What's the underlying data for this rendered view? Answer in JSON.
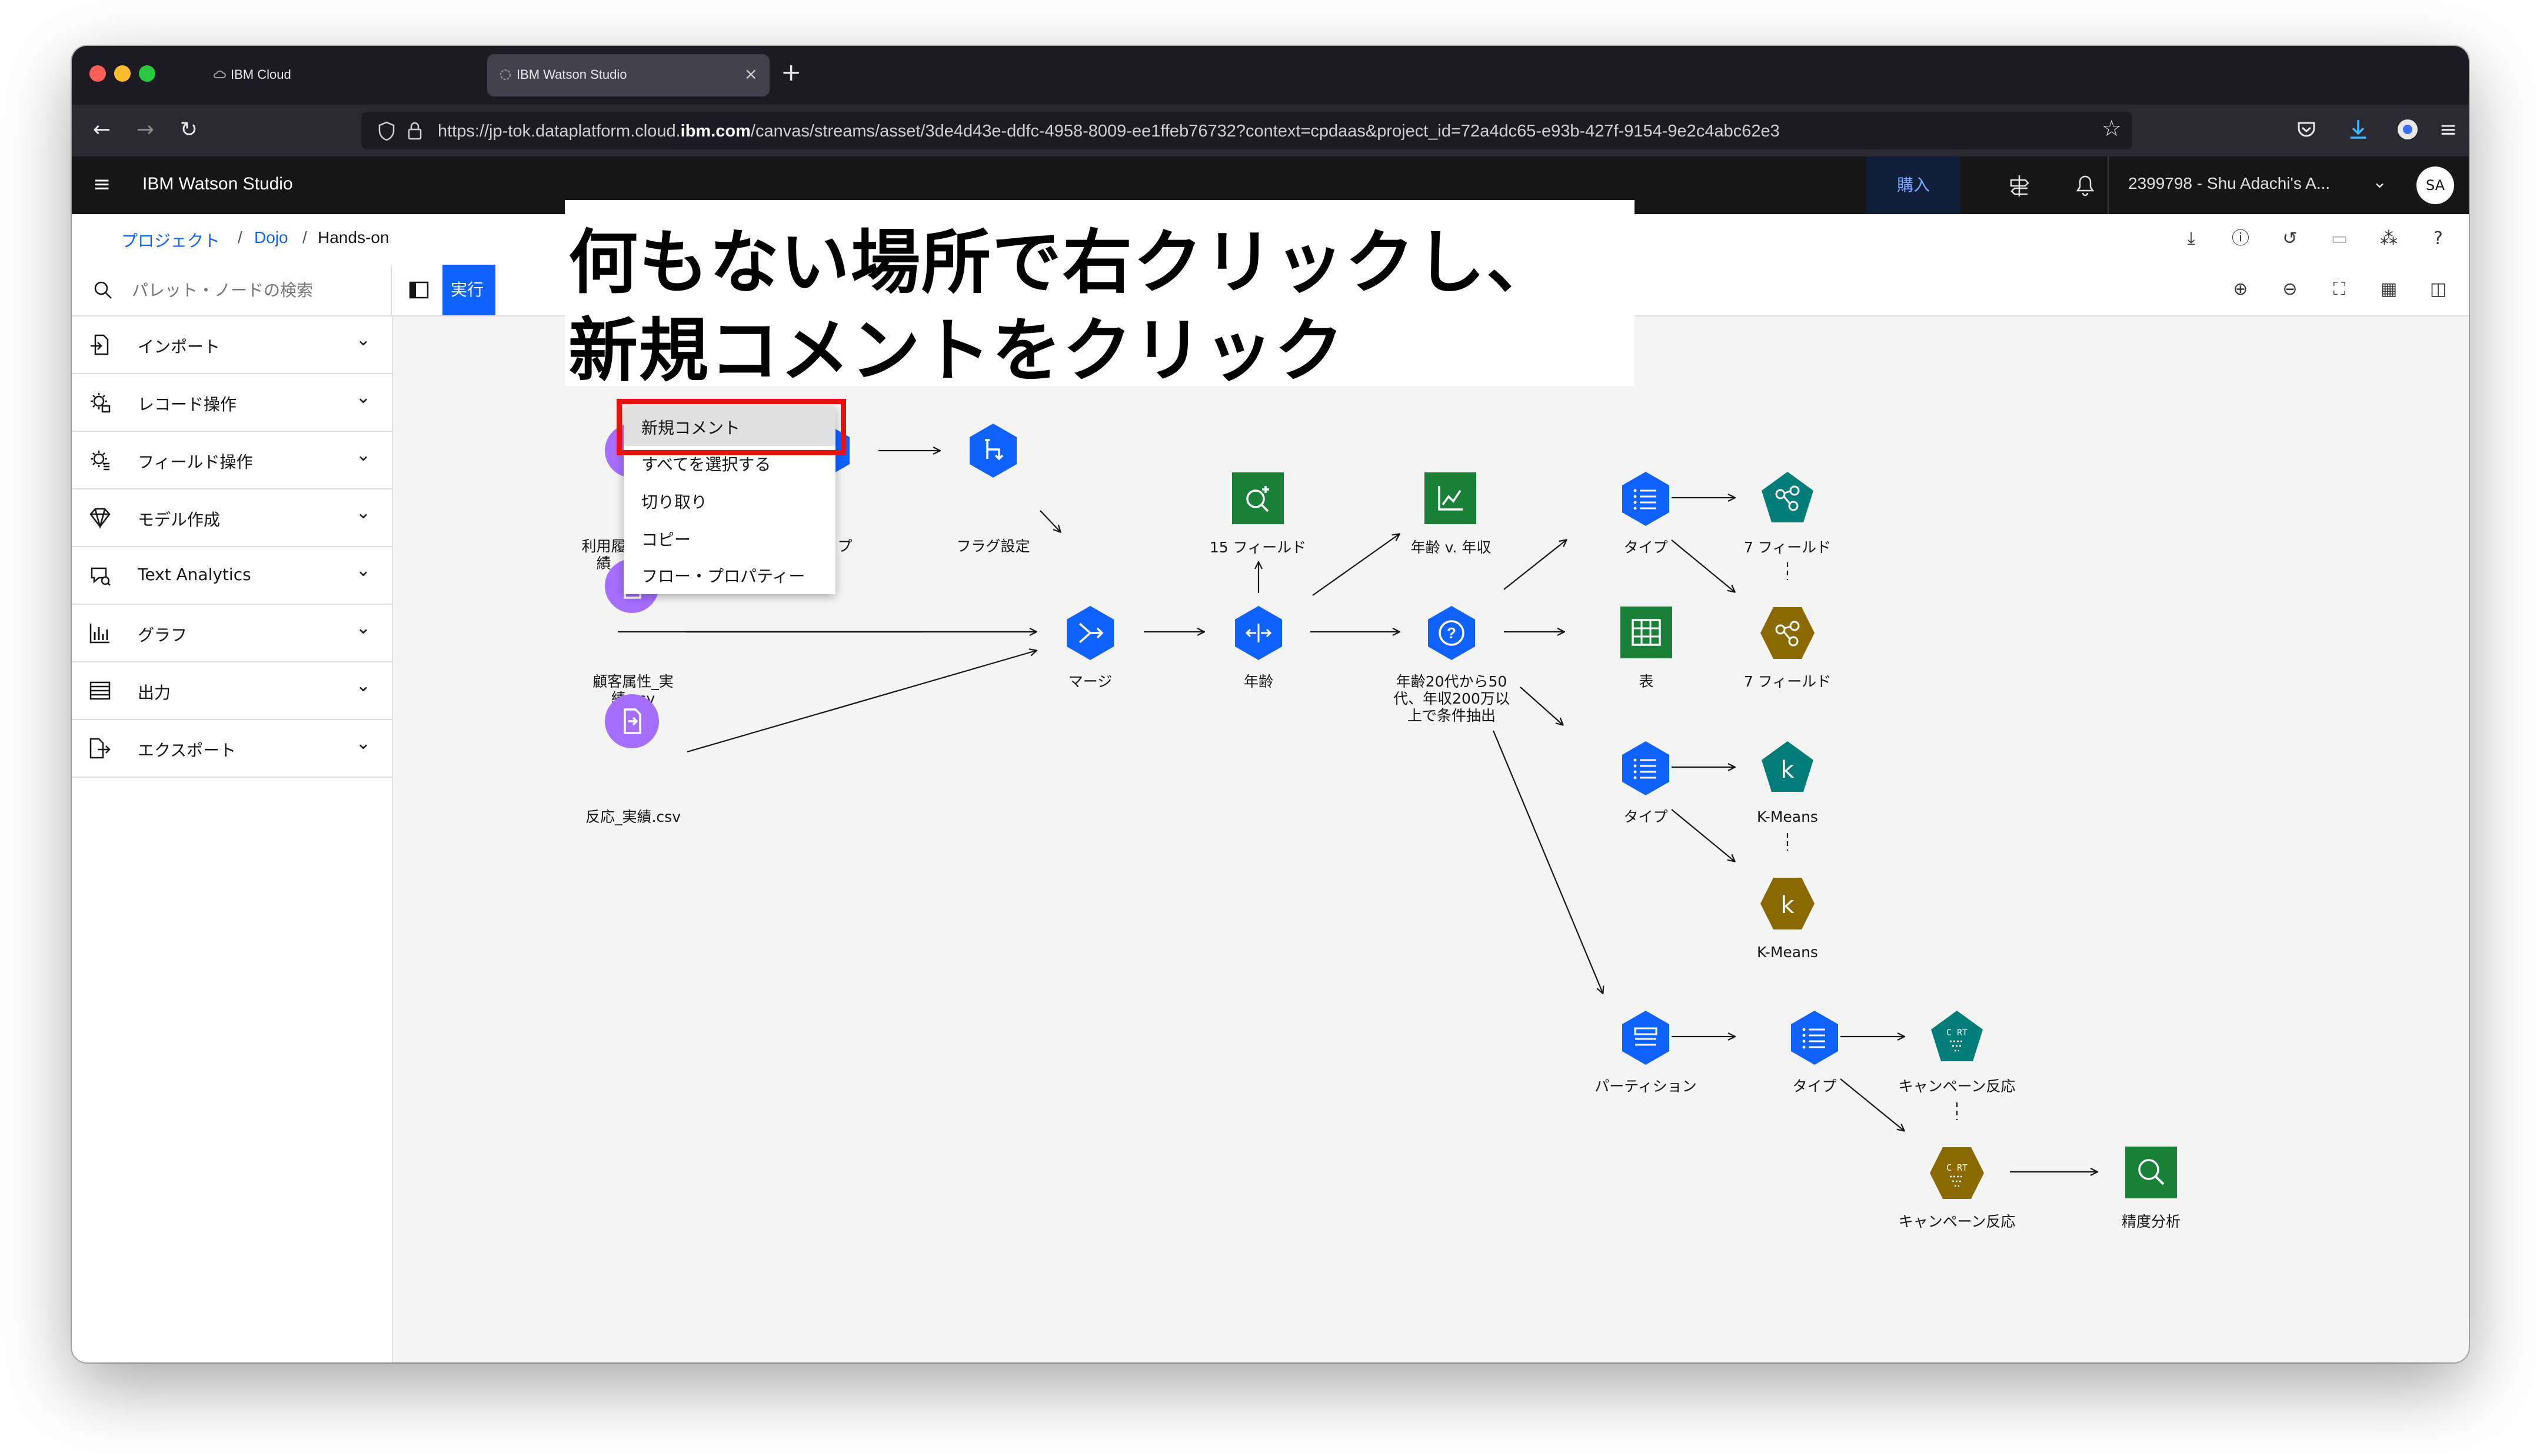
{
  "browser": {
    "tabs": [
      {
        "label": "IBM Cloud",
        "active": false
      },
      {
        "label": "IBM Watson Studio",
        "active": true
      }
    ],
    "url_prefix": "https://jp-tok.dataplatform.cloud.",
    "url_domain": "ibm.com",
    "url_suffix": "/canvas/streams/asset/3de4d43e-ddfc-4958-8009-ee1ffeb76732?context=cpdaas&project_id=72a4dc65-e93b-427f-9154-9e2c4abc62e3"
  },
  "header": {
    "app_name": "IBM Watson Studio",
    "buy_label": "購入",
    "account": "2399798 - Shu Adachi's A...",
    "avatar": "SA"
  },
  "breadcrumb": {
    "items": [
      "プロジェクト",
      "Dojo",
      "Hands-on"
    ],
    "separator": "/"
  },
  "toolbar": {
    "search_placeholder": "パレット・ノードの検索",
    "run_label": "実行"
  },
  "palette": {
    "items": [
      {
        "label": "インポート",
        "icon": "import-icon"
      },
      {
        "label": "レコード操作",
        "icon": "record-ops-icon"
      },
      {
        "label": "フィールド操作",
        "icon": "field-ops-icon"
      },
      {
        "label": "モデル作成",
        "icon": "diamond-icon"
      },
      {
        "label": "Text Analytics",
        "icon": "text-analytics-icon"
      },
      {
        "label": "グラフ",
        "icon": "chart-icon"
      },
      {
        "label": "出力",
        "icon": "table-icon"
      },
      {
        "label": "エクスポート",
        "icon": "export-icon"
      }
    ]
  },
  "canvas": {
    "nodes": {
      "n_usage": "利用履\n績",
      "n_flag": "フラグ設定",
      "n_type1": "プ",
      "n_attr": "顧客属性_実\n績.csv",
      "n_resp": "反応_実績.csv",
      "n_merge": "マージ",
      "n_age": "年齢",
      "n_fields15": "15 フィールド",
      "n_agevsinc": "年齢 v. 年収",
      "n_select": "年齢20代から50\n代、年収200万以\n上で条件抽出",
      "n_type2": "タイプ",
      "n_table": "表",
      "n_fields7a": "7 フィールド",
      "n_fields7b": "7 フィールド",
      "n_type3": "タイプ",
      "n_kmeans1": "K-Means",
      "n_kmeans2": "K-Means",
      "n_partition": "パーティション",
      "n_type4": "タイプ",
      "n_camp1": "キャンペーン反応",
      "n_camp2": "キャンペーン反応",
      "n_analysis": "精度分析"
    },
    "kmeans_glyph": "k",
    "cart_glyph": "C RT"
  },
  "context_menu": {
    "items": [
      "新規コメント",
      "すべてを選択する",
      "切り取り",
      "コピー",
      "フロー・プロパティー"
    ]
  },
  "annotation": {
    "line1": "何もない場所で右クリックし、",
    "line2": "新規コメントをクリック"
  },
  "colors": {
    "import_purple": "#a56eff",
    "process_blue": "#0f62fe",
    "graph_green": "#198038",
    "model_teal": "#007d79",
    "nugget_olive": "#8a6a00",
    "highlight_red": "#e8110f"
  }
}
